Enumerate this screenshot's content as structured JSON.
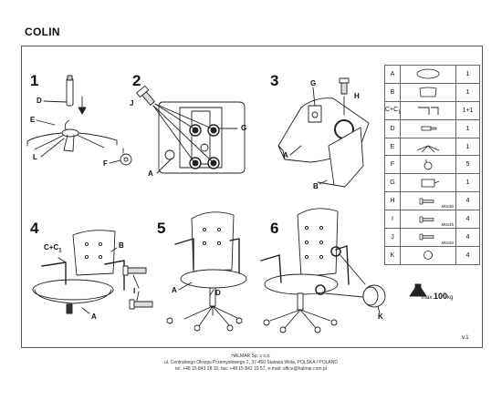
{
  "doc": {
    "title": "COLIN",
    "version": "v.1"
  },
  "steps": [
    "1",
    "2",
    "3",
    "4",
    "5",
    "6"
  ],
  "labels": {
    "s1": {
      "d": "D",
      "e": "E",
      "l": "L",
      "f": "F"
    },
    "s2": {
      "j": "J",
      "g": "G",
      "a": "A"
    },
    "s3": {
      "g": "G",
      "h": "H",
      "a": "A",
      "b": "B"
    },
    "s4": {
      "cc": "C+C",
      "cc_sub": "1",
      "b": "B",
      "a": "A"
    },
    "s5": {
      "i": "I",
      "a": "A",
      "d": "D"
    },
    "s6": {
      "k": "K"
    }
  },
  "parts": [
    {
      "code": "A",
      "code_sub": "",
      "size": "",
      "qty": "1",
      "icon": "seat-icon"
    },
    {
      "code": "B",
      "code_sub": "",
      "size": "",
      "qty": "1",
      "icon": "backrest-icon"
    },
    {
      "code": "C+C",
      "code_sub": "1",
      "size": "",
      "qty": "1+1",
      "icon": "armrest-icon"
    },
    {
      "code": "D",
      "code_sub": "",
      "size": "",
      "qty": "1",
      "icon": "gas-lift-icon"
    },
    {
      "code": "E",
      "code_sub": "",
      "size": "",
      "qty": "1",
      "icon": "base-icon"
    },
    {
      "code": "F",
      "code_sub": "",
      "size": "",
      "qty": "5",
      "icon": "caster-icon"
    },
    {
      "code": "G",
      "code_sub": "",
      "size": "",
      "qty": "1",
      "icon": "mechanism-icon"
    },
    {
      "code": "H",
      "code_sub": "",
      "size": "M6x30",
      "qty": "4",
      "icon": "bolt-icon"
    },
    {
      "code": "I",
      "code_sub": "",
      "size": "M8x45",
      "qty": "4",
      "icon": "bolt-icon"
    },
    {
      "code": "J",
      "code_sub": "",
      "size": "M6x20",
      "qty": "4",
      "icon": "bolt-icon"
    },
    {
      "code": "K",
      "code_sub": "",
      "size": "",
      "qty": "4",
      "icon": "cap-icon"
    }
  ],
  "max_weight": {
    "prefix": "max.",
    "value": "100",
    "unit": "kg"
  },
  "footer": {
    "line1": "HALMAR Sp. z o.o.",
    "line2": "ul. Centralnego Okręgu Przemysłowego 2, 37-450 Stalowa Wola, POLSKA / POLAND",
    "line3": "tel. +48 15 843 28 10, fax: +48 15 842 19 57, e-mail: office@halmar.com.pl"
  }
}
